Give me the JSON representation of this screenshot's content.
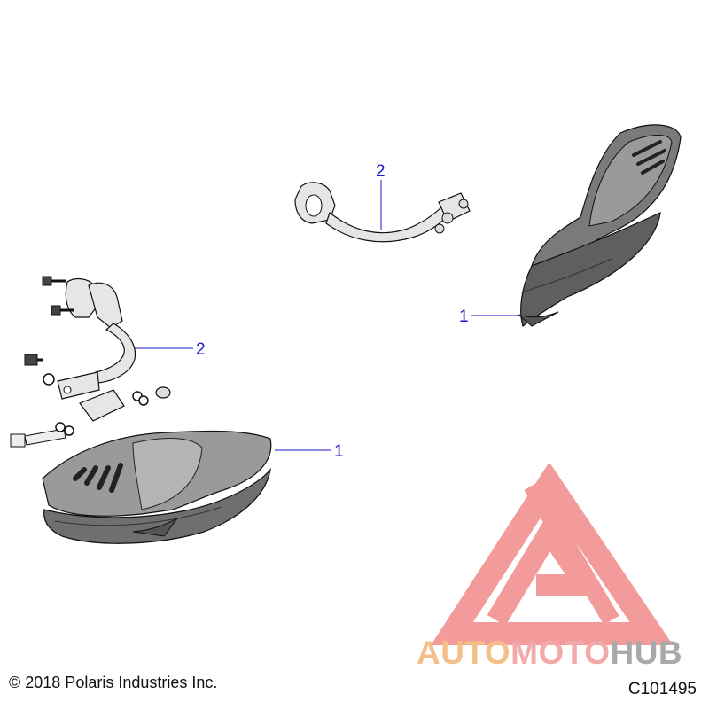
{
  "callouts": [
    {
      "label": "2"
    },
    {
      "label": "1"
    },
    {
      "label": "2"
    },
    {
      "label": "1"
    }
  ],
  "footer": {
    "copyright": "© 2018 Polaris Industries Inc.",
    "figure_id": "C101495"
  },
  "watermark": {
    "part1": "AUTO",
    "part2": "MOTO",
    "part3": "HUB",
    "colors": {
      "auto": "#f4c089",
      "moto": "#f3a9a9",
      "hub": "#a9a9a9",
      "logo": "#f07a7a"
    }
  },
  "colors": {
    "callout": "#1a1acc",
    "part_fill_dark": "#6f6f6f",
    "part_fill_light": "#9a9a9a",
    "hardware_fill": "#e6e6e6",
    "outline": "#111111"
  }
}
